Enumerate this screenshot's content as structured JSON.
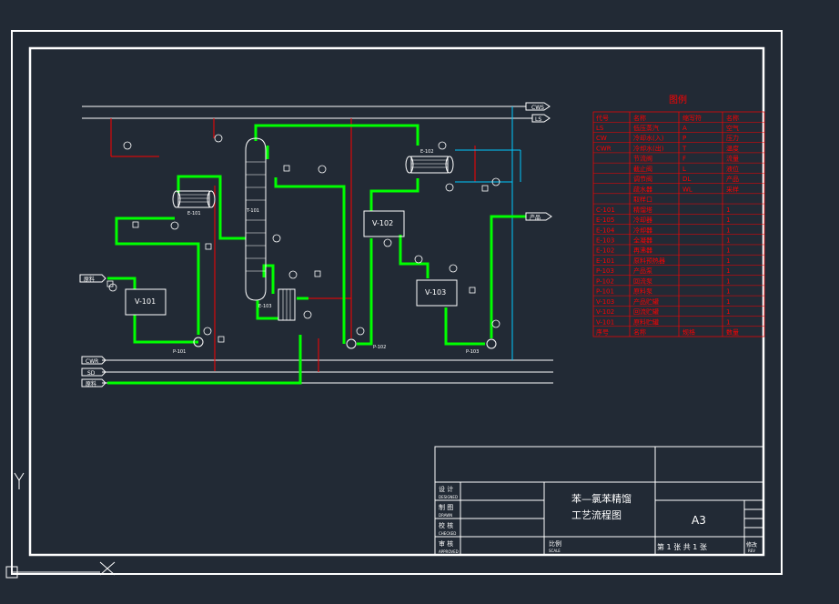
{
  "colors": {
    "background": "#222a35",
    "border": "#ffffff",
    "process_line": "#00ff00",
    "steam_line": "#ff0000",
    "water_line": "#00c8ff",
    "legend": "#ff0000",
    "text": "#ffffff"
  },
  "utility_tags": {
    "top_1": "CWS",
    "top_2": "LS",
    "bottom_1": "CWR",
    "bottom_2": "SD",
    "bottom_3": "原料",
    "left_feed": "原料",
    "product_out": "产品"
  },
  "equipment": {
    "column": "T-101",
    "e101": "E-101",
    "e102": "E-102",
    "e103": "E-103",
    "v101": "V-101",
    "v102": "V-102",
    "v103": "V-103",
    "p101": "P-101",
    "p102": "P-102",
    "p103": "P-103"
  },
  "legend": {
    "title": "图例",
    "headers": [
      "代号",
      "名称",
      "缩写符",
      "名称"
    ],
    "rows": [
      [
        "LS",
        "低压蒸汽",
        "A",
        "空气"
      ],
      [
        "CW",
        "冷却水(入)",
        "P",
        "压力"
      ],
      [
        "CWR",
        "冷却水(出)",
        "T",
        "温度"
      ],
      [
        "",
        "节流阀",
        "F",
        "流量"
      ],
      [
        "",
        "截止阀",
        "L",
        "液位"
      ],
      [
        "",
        "调节阀",
        "DL",
        "产品"
      ],
      [
        "",
        "疏水器",
        "WL",
        "采样"
      ],
      [
        "",
        "取样口",
        "",
        ""
      ]
    ],
    "equip_rows": [
      [
        "C-101",
        "精馏塔",
        "",
        "1"
      ],
      [
        "E-105",
        "冷却器",
        "",
        "1"
      ],
      [
        "E-104",
        "冷却器",
        "",
        "1"
      ],
      [
        "E-103",
        "全凝器",
        "",
        "1"
      ],
      [
        "E-102",
        "再沸器",
        "",
        "1"
      ],
      [
        "E-101",
        "原料预热器",
        "",
        "1"
      ],
      [
        "P-103",
        "产品泵",
        "",
        "1"
      ],
      [
        "P-102",
        "回流泵",
        "",
        "1"
      ],
      [
        "P-101",
        "原料泵",
        "",
        "1"
      ],
      [
        "V-103",
        "产品贮罐",
        "",
        "1"
      ],
      [
        "V-102",
        "回流贮罐",
        "",
        "1"
      ],
      [
        "V-101",
        "原料贮罐",
        "",
        "1"
      ]
    ],
    "footer": [
      "序号",
      "名称",
      "规格",
      "数量"
    ]
  },
  "title_block": {
    "design_cn": "设 计",
    "design_en": "DESIGNED",
    "draw_cn": "制 图",
    "draw_en": "DRAWN",
    "check_cn": "校 核",
    "check_en": "CHECKED",
    "approve_cn": "审 核",
    "approve_en": "APPROVED",
    "title_line1": "苯—氯苯精馏",
    "title_line2": "工艺流程图",
    "size": "A3",
    "scale_cn": "比例",
    "scale_en": "SCALE",
    "sheet": "第 1 张    共 1 张",
    "rev_cn": "修改",
    "rev_en": "REV"
  }
}
